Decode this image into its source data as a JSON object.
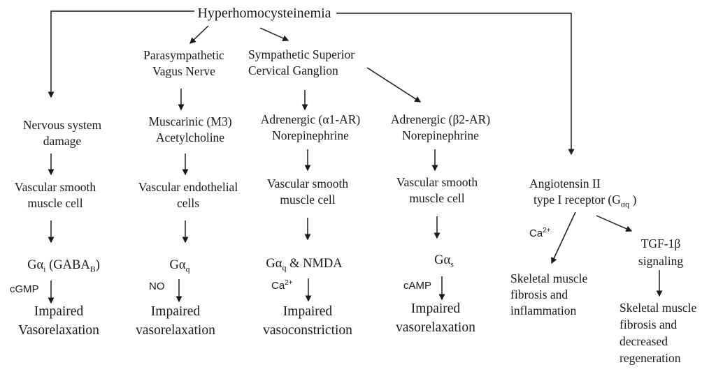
{
  "colors": {
    "background": "#ffffff",
    "text": "#1a1a1a",
    "line": "#1a1a1a"
  },
  "title": "Hyperhomocysteinemia",
  "nodes": {
    "parasympathetic": {
      "l1": "Parasympathetic",
      "l2": "Vagus Nerve"
    },
    "sympathetic": {
      "l1": "Sympathetic Superior",
      "l2": "Cervical Ganglion"
    },
    "nervous": {
      "l1": "Nervous system",
      "l2": "damage"
    },
    "muscarinic": {
      "l1": "Muscarinic (M3)",
      "l2": "Acetylcholine"
    },
    "adrenergic_alpha1": {
      "l1": "Adrenergic (α1-AR)",
      "l2": "Norepinephrine"
    },
    "adrenergic_beta2": {
      "l1": "Adrenergic (β2-AR)",
      "l2": "Norepinephrine"
    },
    "vsmc_nervous": {
      "l1": "Vascular smooth",
      "l2": "muscle cell"
    },
    "vascular_endothelial": {
      "l1": "Vascular endothelial",
      "l2": "cells"
    },
    "vsmc_alpha1": {
      "l1": "Vascular smooth",
      "l2": "muscle cell"
    },
    "vsmc_beta2": {
      "l1": "Vascular smooth",
      "l2": "muscle cell"
    },
    "angiotensin": {
      "l1": "Angiotensin II",
      "l2_pre": "type I receptor (G",
      "l2_sub": "αq",
      "l2_post": " )"
    },
    "galpha_i_gaba": {
      "t1": "Gα",
      "s1": "i",
      "t2": " (GABA",
      "s2": "B",
      "t3": ")"
    },
    "galpha_q": {
      "t1": "Gα",
      "s1": "q"
    },
    "galpha_q_nmda": {
      "t1": "Gα",
      "s1": "q",
      "t2": " & NMDA"
    },
    "galpha_s": {
      "t1": "Gα",
      "s1": "s"
    },
    "impaired_vasorelaxation_1": {
      "l1": "Impaired",
      "l2": "Vasorelaxation"
    },
    "impaired_vasorelaxation_2": {
      "l1": "Impaired",
      "l2": "vasorelaxation"
    },
    "impaired_vasoconstriction": {
      "l1": "Impaired",
      "l2": "vasoconstriction"
    },
    "impaired_vasorelaxation_4": {
      "l1": "Impaired",
      "l2": "vasorelaxation"
    },
    "skeletal_inflammation": {
      "l1": "Skeletal muscle",
      "l2": " fibrosis and",
      "l3": "inflammation"
    },
    "tgf": {
      "l1": "TGF-1β",
      "l2": "signaling"
    },
    "skeletal_regeneration": {
      "l1": "Skeletal muscle",
      "l2": " fibrosis and",
      "l3": "decreased",
      "l4": "regeneration"
    }
  },
  "labels": {
    "cgmp": "cGMP",
    "no": "NO",
    "ca_base": "Ca",
    "ca_sup": "2+",
    "camp": "cAMP"
  }
}
